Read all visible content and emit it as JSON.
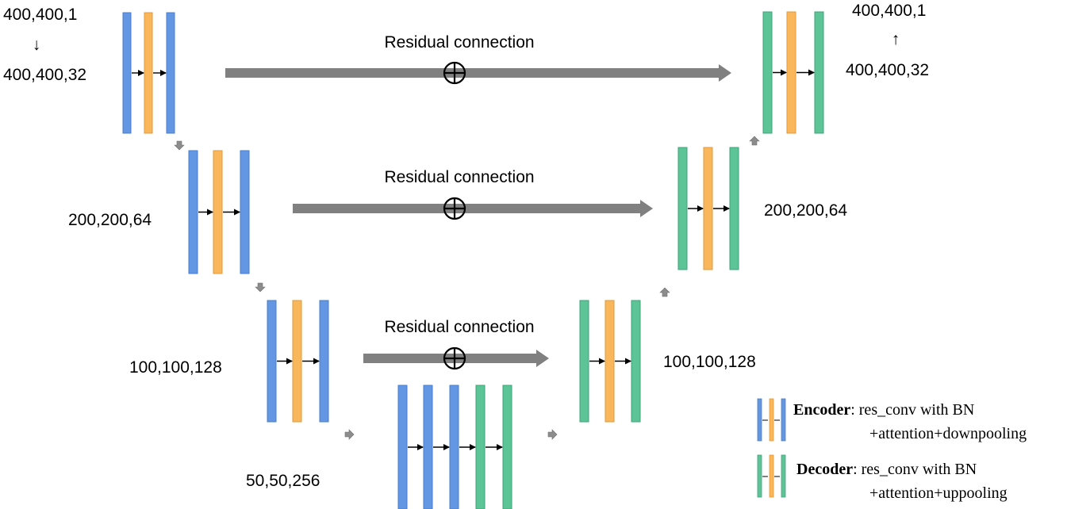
{
  "colors": {
    "encoder": "#6396e3",
    "encoder_stroke": "#4a7fce",
    "attention": "#f9b65a",
    "attention_stroke": "#e09b3c",
    "decoder": "#5cc496",
    "decoder_stroke": "#3fa57a",
    "connection": "#808080",
    "small_arrow": "#8c8c8c"
  },
  "labels": {
    "enc_level1_in": "400,400,1",
    "enc_level1_out": "400,400,32",
    "enc_level2": "200,200,64",
    "enc_level3": "100,100,128",
    "bottleneck": "50,50,256",
    "dec_level3": "100,100,128",
    "dec_level2": "200,200,64",
    "dec_level1_in": "400,400,32",
    "dec_level1_out": "400,400,1"
  },
  "connections": [
    {
      "label": "Residual connection"
    },
    {
      "label": "Residual connection"
    },
    {
      "label": "Residual connection"
    }
  ],
  "legend": {
    "encoder_title": "Encoder",
    "encoder_line1": ": res_conv with BN",
    "encoder_line2": "+attention+downpooling",
    "decoder_title": "Decoder",
    "decoder_line1": ": res_conv with BN",
    "decoder_line2": "+attention+uppooling"
  }
}
